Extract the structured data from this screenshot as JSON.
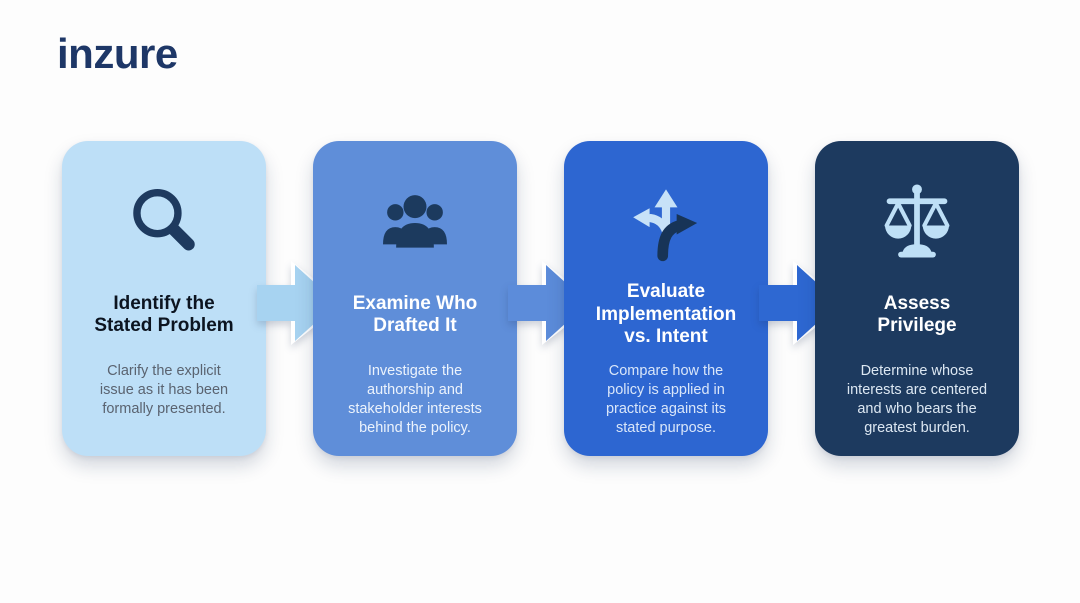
{
  "page": {
    "background_color": "#FDFDFD"
  },
  "logo": {
    "text": "inzure",
    "color": "#1E3767"
  },
  "steps": [
    {
      "title": "Identify the\nStated Problem",
      "description": "Clarify the explicit\nissue as it has been\nformally presented.",
      "icon": "magnifier-icon",
      "card_color": "#BDDFF7",
      "title_color": "#0C1420",
      "description_color": "#5A6370",
      "icon_color": "#1E3A5F"
    },
    {
      "title": "Examine Who\nDrafted It",
      "description": "Investigate the\nauthorship and\nstakeholder interests\nbehind the policy.",
      "icon": "people-group-icon",
      "card_color": "#5F8ED9",
      "title_color": "#FFFFFF",
      "description_color": "#ECF3FC",
      "icon_color": "#1C3A5E"
    },
    {
      "title": "Evaluate\nImplementation\nvs. Intent",
      "description": "Compare how the\npolicy is applied in\npractice against its\nstated purpose.",
      "icon": "branching-arrows-icon",
      "card_color": "#2D66D1",
      "title_color": "#FFFFFF",
      "description_color": "#D9E6F9",
      "icon_color": "#C7E2F8",
      "icon_color_dark": "#173457"
    },
    {
      "title": "Assess\nPrivilege",
      "description": "Determine whose\ninterests are centered\nand who bears the\ngreatest burden.",
      "icon": "scales-of-justice-icon",
      "card_color": "#1D3A5F",
      "title_color": "#FFFFFF",
      "description_color": "#DCE7F2",
      "icon_color": "#BEDFF6"
    }
  ],
  "arrows": [
    {
      "color": "#A7D3F1"
    },
    {
      "color": "#5C8CDA"
    },
    {
      "color": "#2E68D2"
    }
  ]
}
